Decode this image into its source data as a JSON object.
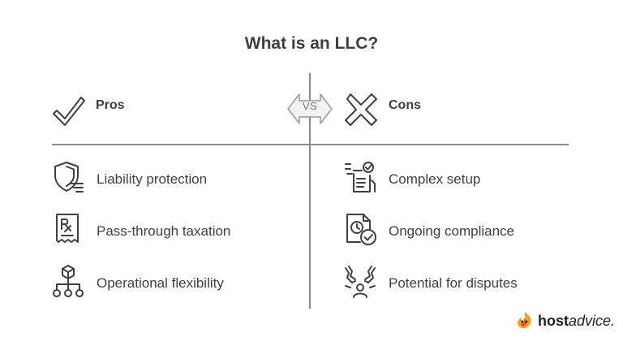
{
  "title": "What is an LLC?",
  "vs_label": "VS",
  "pros": {
    "heading": "Pros",
    "icon": "checkmark-icon",
    "items": [
      {
        "label": "Liability protection",
        "icon": "shield-icon"
      },
      {
        "label": "Pass-through taxation",
        "icon": "prescription-receipt-icon"
      },
      {
        "label": "Operational flexibility",
        "icon": "org-hierarchy-icon"
      }
    ]
  },
  "cons": {
    "heading": "Cons",
    "icon": "x-mark-icon",
    "items": [
      {
        "label": "Complex setup",
        "icon": "checklist-document-icon"
      },
      {
        "label": "Ongoing compliance",
        "icon": "clock-document-icon"
      },
      {
        "label": "Potential for disputes",
        "icon": "conflict-person-icon"
      }
    ]
  },
  "brand": {
    "name_bold": "host",
    "name_italic": "advice.",
    "accent": "#f4a21c",
    "secondary": "#e2462d"
  },
  "colors": {
    "text": "#3f3f3f",
    "divider": "#8a8a8a"
  }
}
